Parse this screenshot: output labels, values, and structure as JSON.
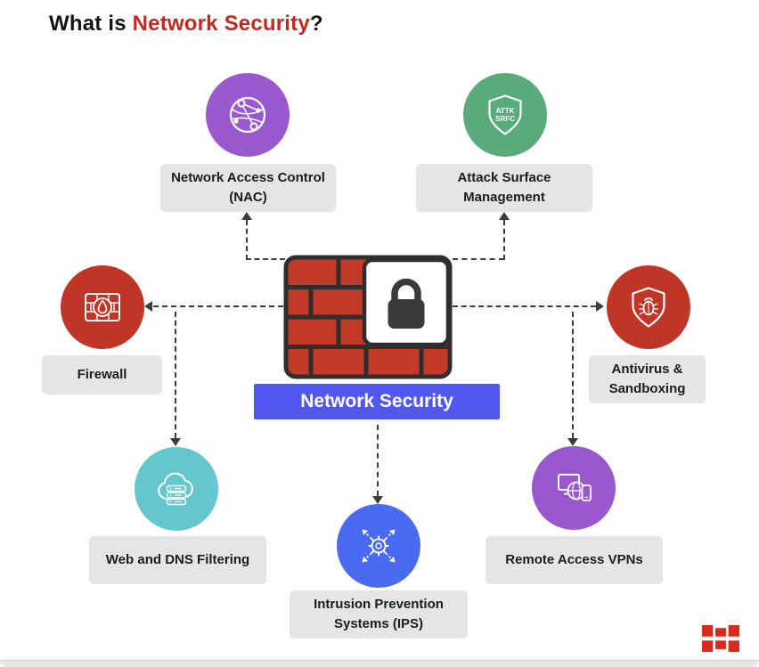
{
  "title": {
    "prefix": "What is ",
    "highlight": "Network Security",
    "suffix": "?"
  },
  "center": {
    "banner_label": "Network Security"
  },
  "nodes": [
    {
      "id": "nac",
      "label": "Network Access Control (NAC)",
      "color": "#9A58CF",
      "icon": "network-globe-icon"
    },
    {
      "id": "attack-surface",
      "label": "Attack Surface Management",
      "color": "#5AAB7C",
      "icon": "attack-surface-shield-icon",
      "shield_line1": "ATTK",
      "shield_line2": "SRFC"
    },
    {
      "id": "firewall",
      "label": "Firewall",
      "color": "#BF3526",
      "icon": "firewall-flame-icon"
    },
    {
      "id": "antivirus",
      "label": "Antivirus & Sandboxing",
      "color": "#BF3526",
      "icon": "bug-shield-icon"
    },
    {
      "id": "web-dns",
      "label": "Web and DNS Filtering",
      "color": "#66C6CD",
      "icon": "cloud-server-icon"
    },
    {
      "id": "ips",
      "label": "Intrusion Prevention Systems (IPS)",
      "color": "#4A6BF0",
      "icon": "gear-arrows-icon"
    },
    {
      "id": "vpn",
      "label": "Remote Access VPNs",
      "color": "#9A58CF",
      "icon": "devices-globe-icon"
    }
  ],
  "colors": {
    "title_highlight": "#C7271E",
    "banner": "#5257EF",
    "brick": "#C13B28",
    "wall_outline": "#2E2E2E",
    "label_box": "#E5E5E5",
    "connector": "#3C3C3C",
    "logo": "#DA291C"
  },
  "footer": {
    "logo": "fortinet-logo"
  }
}
